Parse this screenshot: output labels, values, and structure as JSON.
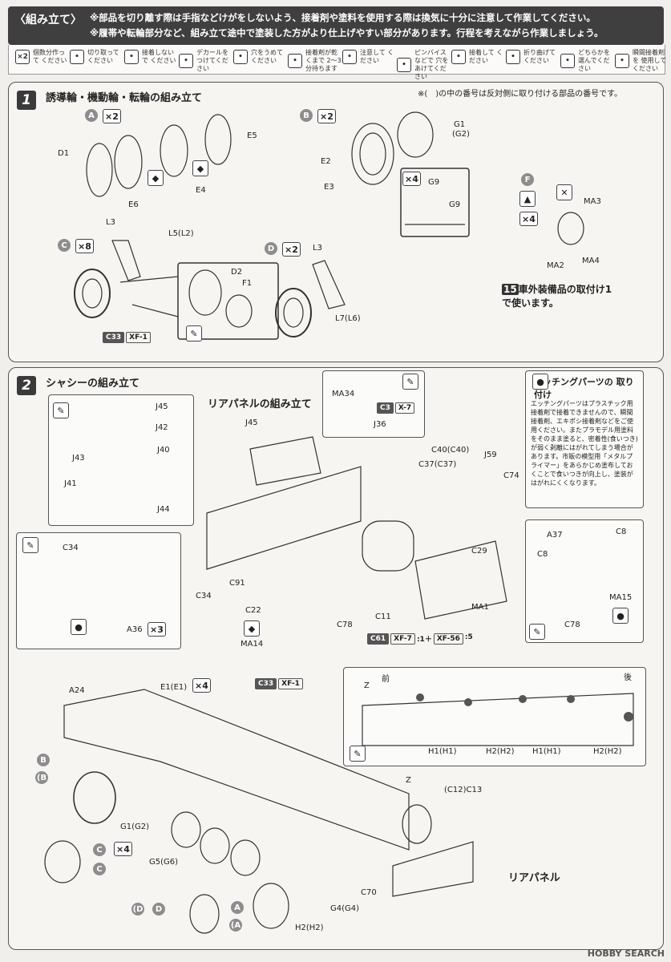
{
  "header": {
    "title": "〈組み立て〉",
    "note1": "※部品を切り離す際は手指などけがをしないよう、接着剤や塗料を使用する際は換気に十分に注意して作業してください。",
    "note2": "※履帯や転輪部分など、組み立て途中で塗装した方がより仕上げやすい部分があります。行程を考えながら作業しましょう。"
  },
  "legend": [
    {
      "icon": "x2",
      "text": "個数分作って ください"
    },
    {
      "icon": "cut-icon",
      "text": "切り取って ください"
    },
    {
      "icon": "no-glue-icon",
      "text": "接着しないで ください"
    },
    {
      "icon": "decal-icon",
      "text": "デカールを つけてください"
    },
    {
      "icon": "fill-hole-icon",
      "text": "穴をうめて ください"
    },
    {
      "icon": "dry-icon",
      "text": "接着剤が乾くまで 2〜3分待ちます"
    },
    {
      "icon": "caution-icon",
      "text": "注意して ください"
    },
    {
      "icon": "pin-vise-icon",
      "text": "ピンバイスなどで 穴をあけてください"
    },
    {
      "icon": "glue-icon",
      "text": "接着して ください"
    },
    {
      "icon": "fold-icon",
      "text": "折り曲げて ください"
    },
    {
      "icon": "either-icon",
      "text": "どちらかを 選んでください"
    },
    {
      "icon": "instant-glue-icon",
      "text": "瞬間接着剤を 使用してください"
    }
  ],
  "step1": {
    "number": "1",
    "title": "誘導輪・機動輪・転輪の組み立て",
    "note": "※(　)の中の番号は反対側に取り付ける部品の番号です。",
    "groupA": {
      "letter": "A",
      "qty": "×2",
      "parts": [
        "D1",
        "E5",
        "E6",
        "E4"
      ]
    },
    "groupB": {
      "letter": "B",
      "qty": "×2",
      "parts": [
        "G1",
        "(G2)",
        "E2",
        "E3",
        "G9",
        "×4",
        "G9"
      ]
    },
    "groupC": {
      "letter": "C",
      "qty": "×8",
      "parts": [
        "L3",
        "L5(L2)",
        "D2",
        "F1"
      ],
      "paint": {
        "code": "C33",
        "color": "XF-1"
      }
    },
    "groupD": {
      "letter": "D",
      "qty": "×2",
      "parts": [
        "L3",
        "L7(L6)"
      ]
    },
    "groupF": {
      "letter": "F",
      "qty": "×4",
      "parts": [
        "MA3",
        "MA2",
        "MA4"
      ]
    },
    "ref": {
      "num": "15",
      "line1": "車外装備品の取付け1",
      "line2": "で使います。"
    }
  },
  "step2": {
    "number": "2",
    "title": "シャシーの組み立て",
    "rear_panel_title": "リアパネルの組み立て",
    "parts_top": [
      "J45",
      "J42",
      "J43",
      "J40",
      "J41",
      "J44",
      "J45"
    ],
    "ma34_box": {
      "parts": [
        "MA34",
        "J36"
      ],
      "paint": {
        "code": "C3",
        "color": "X-7"
      }
    },
    "parts_mid": [
      "C40(C40)",
      "C37(C37)",
      "J59",
      "C74",
      "C29",
      "C11",
      "MA1",
      "C91",
      "C22",
      "MA14",
      "C78",
      "C34",
      "A36",
      "×3",
      "C34"
    ],
    "paint_c61": {
      "code": "C61",
      "c1": "XF-7",
      "r1": ":1＋",
      "c2": "XF-56",
      "r2": ":5"
    },
    "etching": {
      "title": "エッチングパーツの 取り付け",
      "text": "エッチングパーツはプラスチック用接着剤で接着できませんので、瞬間接着剤、エキポシ接着剤などをご使用ください。またプラモデル用塗料をそのまま塗ると、密着性(食いつき)が弱く剥離にはがれてしまう場合があります。市販の模型用「メタルプライマー」をあらかじめ塗布しておくことで食いつきが向上し、塗装がはがれにくくなります。"
    },
    "etch_parts": [
      "A37",
      "C8",
      "C8",
      "MA15",
      "C78"
    ],
    "hull_box": {
      "front": "前",
      "rear": "後",
      "z": "Z",
      "labels": [
        "H1(H1)",
        "H2(H2)",
        "H1(H1)",
        "H2(H2)"
      ]
    },
    "bottom": {
      "labels": [
        "A24",
        "E1(E1)",
        "×4",
        "Z",
        "(C12)C13",
        "G1(G2)",
        "G5(G6)",
        "C70",
        "G4(G4)",
        "H2(H2)",
        "×4"
      ],
      "paint": {
        "code": "C33",
        "color": "XF-1"
      },
      "rear_panel": "リアパネル",
      "circles": [
        "B",
        "(B",
        "C",
        "C",
        "(D",
        "D",
        "A",
        "(A"
      ]
    }
  },
  "watermark": "HOBBY SEARCH"
}
